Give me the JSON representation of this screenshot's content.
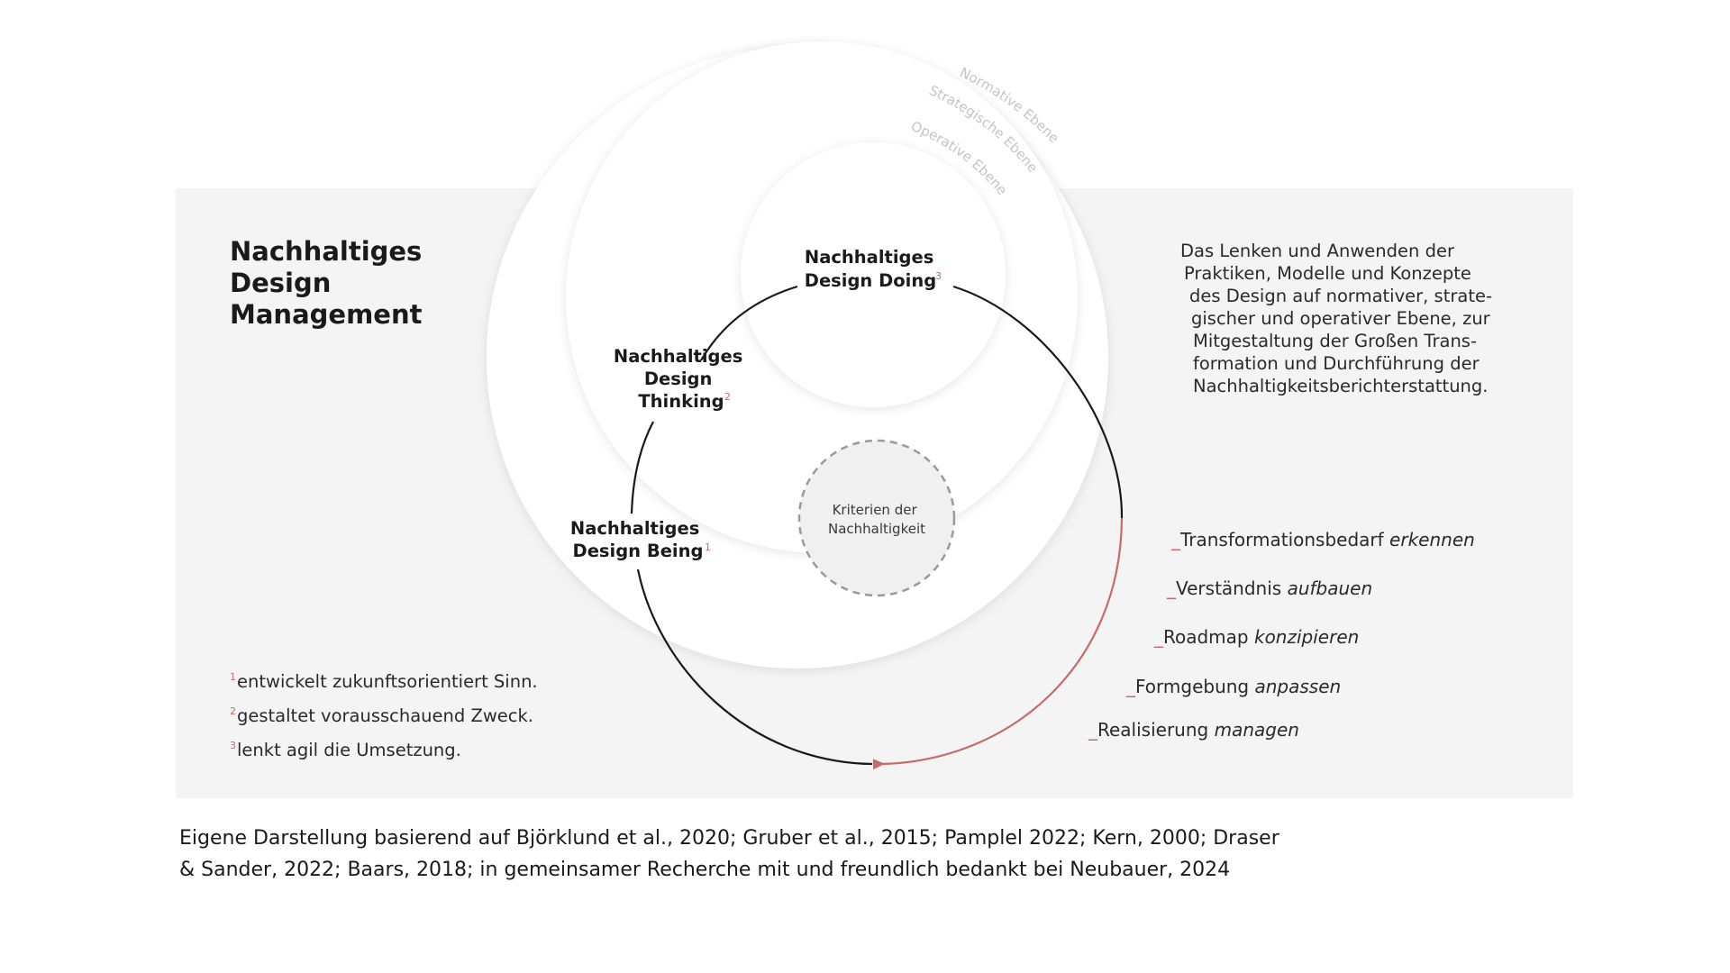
{
  "title": [
    "Nachhaltiges",
    "Design",
    "Management"
  ],
  "levels": {
    "normative": "Normative Ebene",
    "strategic": "Strategische Ebene",
    "operative": "Operative Ebene"
  },
  "nodes": {
    "doing": {
      "line1": "Nachhaltiges",
      "line2": "Design Doing",
      "sup": "3"
    },
    "thinking": {
      "line1": "Nachhaltiges",
      "line2": "Design",
      "line3": "Thinking",
      "sup": "2"
    },
    "being": {
      "line1": "Nachhaltiges",
      "line2": "Design Being",
      "sup": "1"
    }
  },
  "criteria": [
    "Kriterien der",
    "Nachhaltigkeit"
  ],
  "description": [
    "Das Lenken und Anwenden der",
    "Praktiken, Modelle und Konzepte",
    "des Design auf normativer, strate-",
    "gischer und operativer Ebene, zur",
    "Mitgestaltung der Großen Trans-",
    "formation und Durchführung der",
    "Nachhaltigkeitsberichterstattung."
  ],
  "actions": [
    {
      "dash": "_",
      "text": "Transformationsbedarf ",
      "emph": "erkennen"
    },
    {
      "dash": "_",
      "text": "Verständnis ",
      "emph": "aufbauen"
    },
    {
      "dash": "_",
      "text": "Roadmap ",
      "emph": "konzipieren"
    },
    {
      "dash": "_",
      "text": "Formgebung ",
      "emph": "anpassen"
    },
    {
      "dash": "_",
      "text": "Realisierung ",
      "emph": "managen"
    }
  ],
  "footnotes": [
    {
      "sup": "1",
      "text": "entwickelt zukunftsorientiert Sinn."
    },
    {
      "sup": "2",
      "text": "gestaltet vorausschauend Zweck."
    },
    {
      "sup": "3",
      "text": "lenkt agil die Umsetzung."
    }
  ],
  "source": [
    "Eigene Darstellung basierend auf Björklund et al., 2020; Gruber et al., 2015; Pamplel 2022; Kern, 2000; Draser",
    "& Sander, 2022; Baars, 2018; in gemeinsamer Recherche mit und freundlich bedankt bei Neubauer, 2024"
  ],
  "colors": {
    "accent": "#c96a6a",
    "panel": "#f4f4f4",
    "text": "#1a1a1a",
    "arc_label": "#c4c4c4"
  }
}
